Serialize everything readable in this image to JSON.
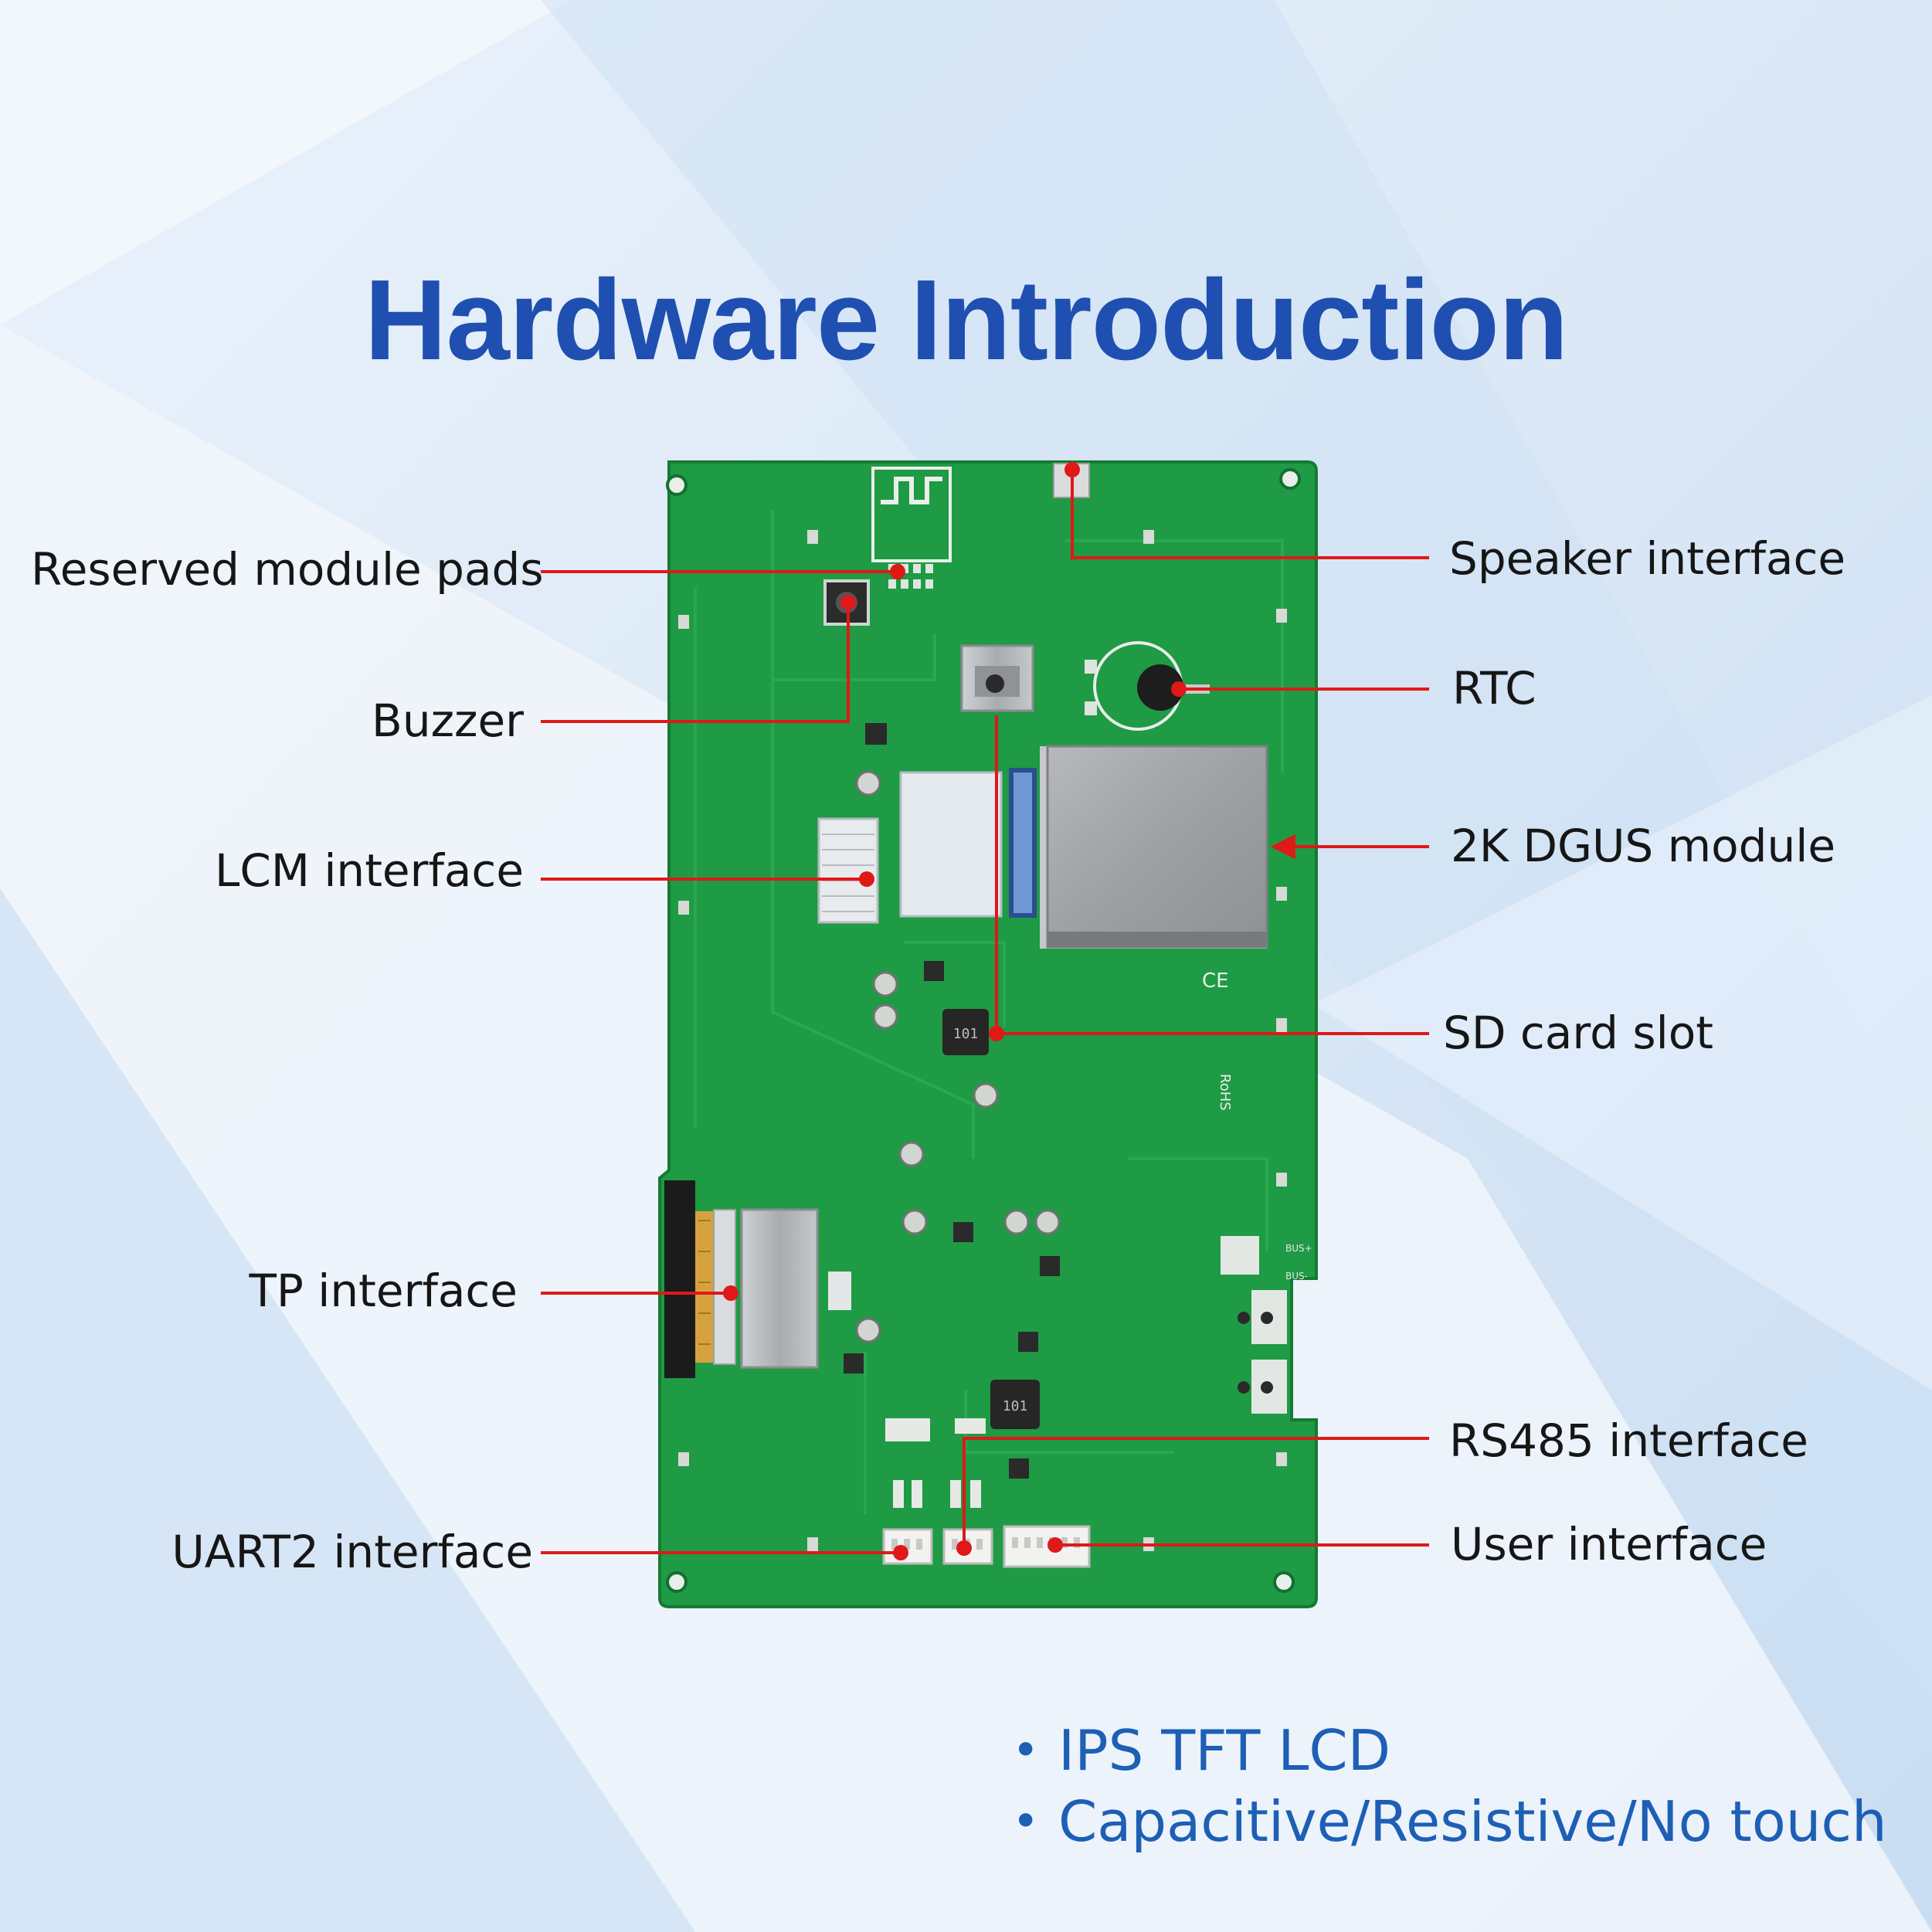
{
  "title": "Hardware Introduction",
  "callouts": {
    "reserved_module_pads": "Reserved module pads",
    "buzzer": "Buzzer",
    "lcm_interface": "LCM interface",
    "tp_interface": "TP interface",
    "uart2_interface": "UART2 interface",
    "speaker_interface": "Speaker interface",
    "rtc": "RTC",
    "dgus_module": "2K DGUS module",
    "sd_card_slot": "SD card slot",
    "rs485_interface": "RS485 interface",
    "user_interface": "User interface"
  },
  "features": [
    "IPS TFT LCD",
    "Capacitive/Resistive/No touch"
  ],
  "board_text": {
    "rohs": "RoHS",
    "ce": "CE",
    "inductor_top": "101",
    "inductor_bottom": "101",
    "bus_plus": "BUS+",
    "bus_minus": "BUS-"
  },
  "colors": {
    "title": "#1f4fb0",
    "pcb": "#1f9a45",
    "leader": "#e01818",
    "feature_text": "#1d5fb5"
  }
}
